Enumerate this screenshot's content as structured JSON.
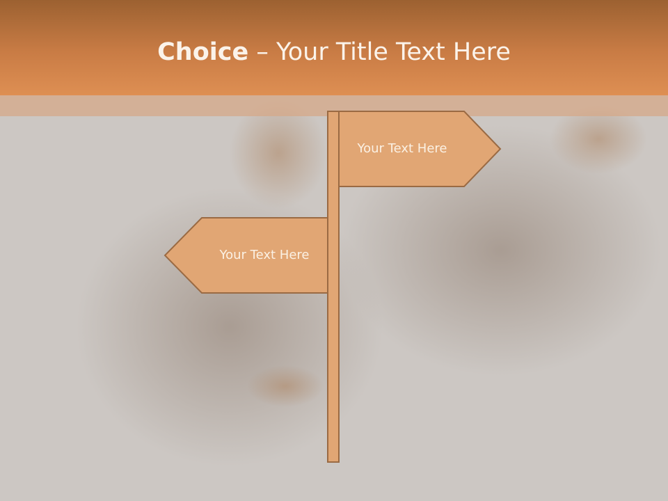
{
  "slide": {
    "title_bold": "Choice",
    "title_dash": " – ",
    "title_rest": "Your Title Text Here"
  },
  "signs": {
    "right_sign_label": "Your Text Here",
    "left_sign_label": "Your Text Here"
  },
  "colors": {
    "header_top": "#9c6131",
    "header_bottom": "#de8f53",
    "sign_fill": "#e1a674",
    "sign_stroke": "#9a6a43",
    "background": "#cdc8c4"
  }
}
